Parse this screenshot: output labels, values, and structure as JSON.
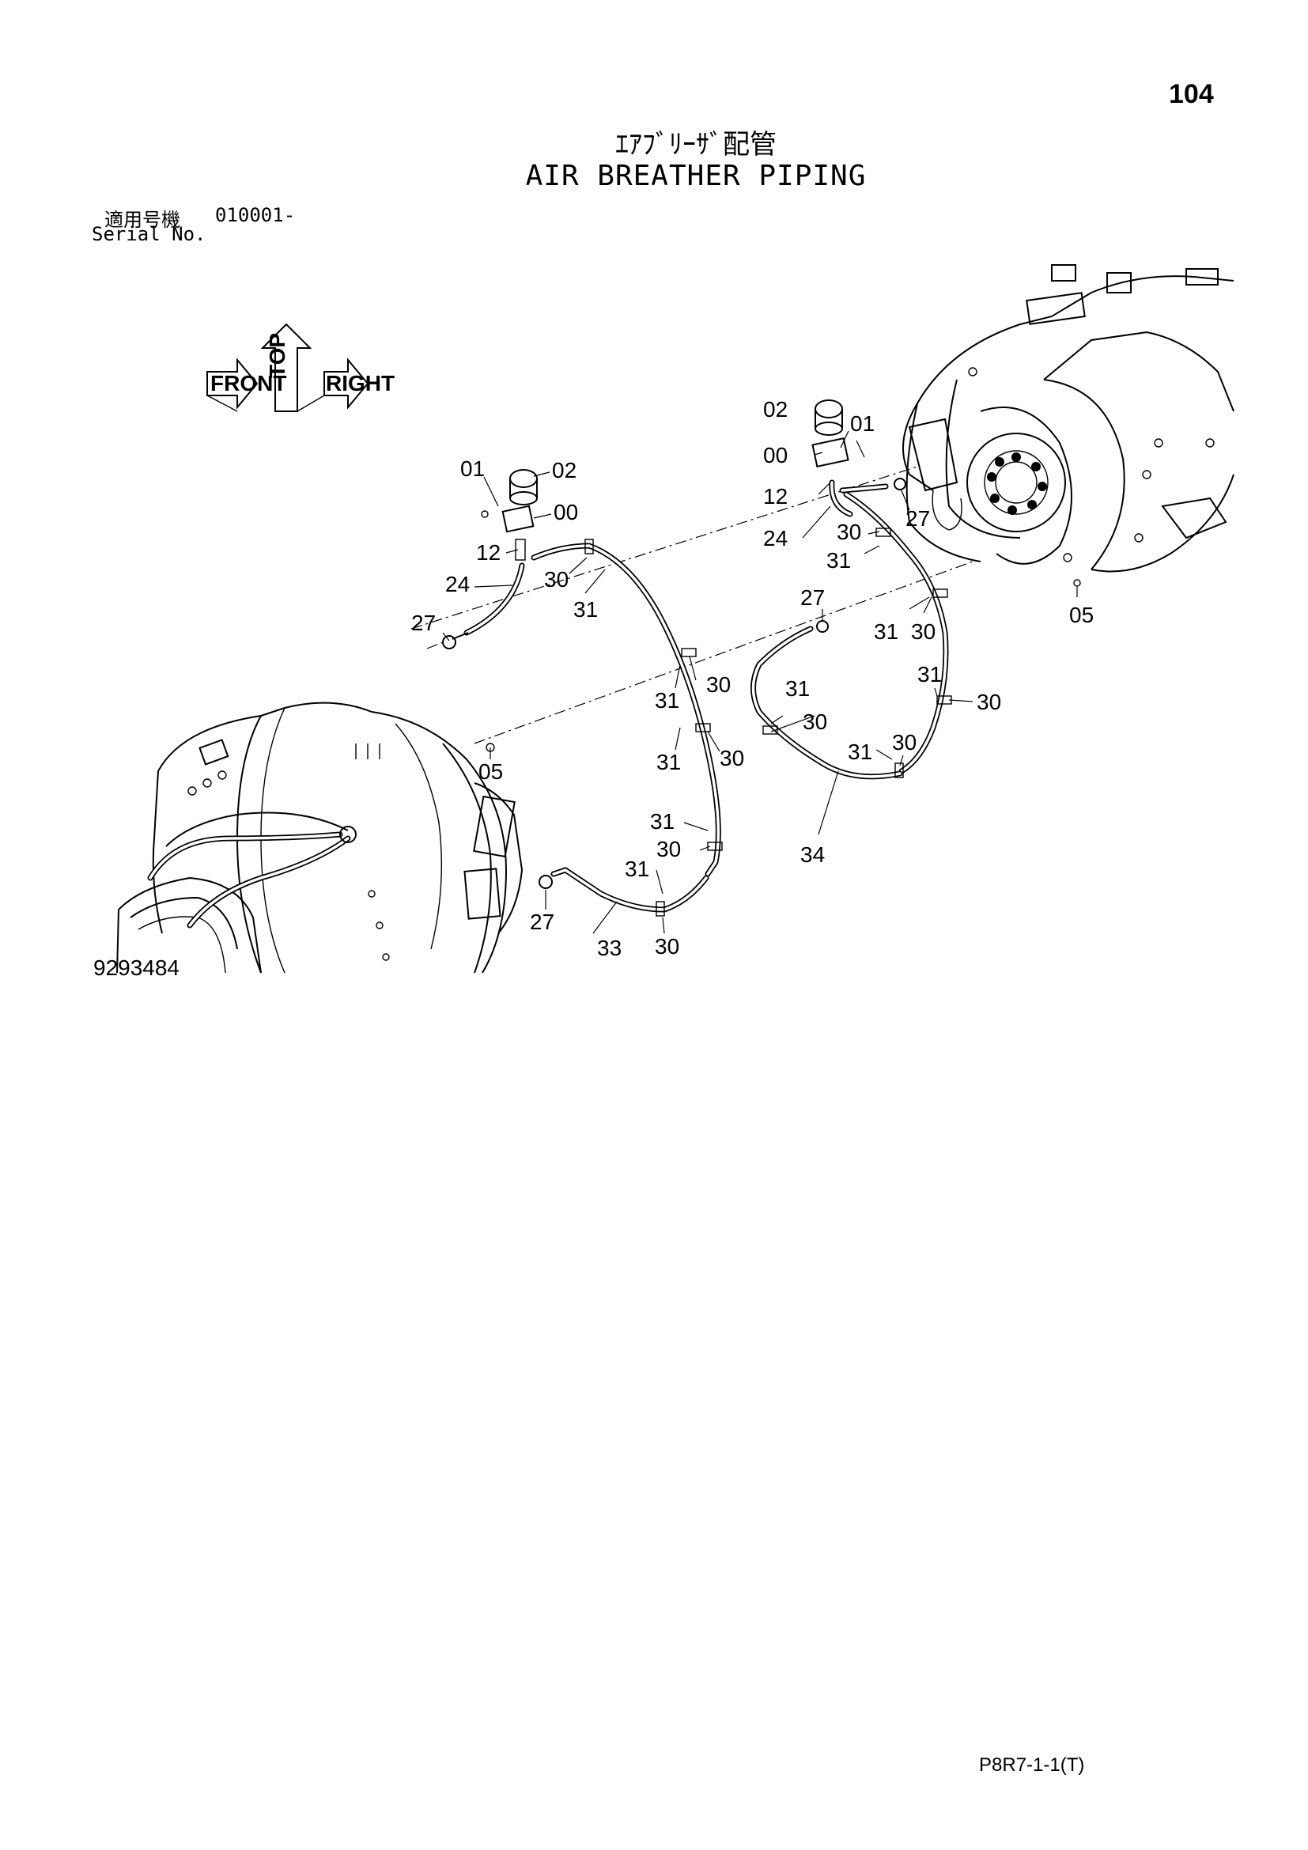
{
  "page_number": "104",
  "title_jp": "ｴｱﾌﾞﾘｰｻﾞ配管",
  "title_en": "AIR BREATHER PIPING",
  "serial": {
    "label_jp": "適用号機",
    "value": "010001-",
    "label_en": "Serial No."
  },
  "orientation_icon": {
    "labels": [
      "TOP",
      "FRONT",
      "RIGHT"
    ]
  },
  "drawing_number": "9293484",
  "document_code": "P8R7-1-1(T)",
  "part_callouts": [
    {
      "id": "c1",
      "text": "01"
    },
    {
      "id": "c2",
      "text": "02"
    },
    {
      "id": "c3",
      "text": "00"
    },
    {
      "id": "c4",
      "text": "12"
    },
    {
      "id": "c5",
      "text": "24"
    },
    {
      "id": "c6",
      "text": "27"
    },
    {
      "id": "c7",
      "text": "30"
    },
    {
      "id": "c8",
      "text": "31"
    },
    {
      "id": "c9",
      "text": "31"
    },
    {
      "id": "c10",
      "text": "30"
    },
    {
      "id": "c11",
      "text": "31"
    },
    {
      "id": "c12",
      "text": "30"
    },
    {
      "id": "c13",
      "text": "05"
    },
    {
      "id": "c14",
      "text": "31"
    },
    {
      "id": "c15",
      "text": "30"
    },
    {
      "id": "c16",
      "text": "31"
    },
    {
      "id": "c17",
      "text": "27"
    },
    {
      "id": "c18",
      "text": "33"
    },
    {
      "id": "c19",
      "text": "30"
    },
    {
      "id": "c20",
      "text": "02"
    },
    {
      "id": "c21",
      "text": "01"
    },
    {
      "id": "c22",
      "text": "00"
    },
    {
      "id": "c23",
      "text": "12"
    },
    {
      "id": "c24",
      "text": "27"
    },
    {
      "id": "c25",
      "text": "24"
    },
    {
      "id": "c26",
      "text": "30"
    },
    {
      "id": "c27",
      "text": "31"
    },
    {
      "id": "c28",
      "text": "27"
    },
    {
      "id": "c29",
      "text": "31"
    },
    {
      "id": "c30",
      "text": "30"
    },
    {
      "id": "c31",
      "text": "05"
    },
    {
      "id": "c32",
      "text": "31"
    },
    {
      "id": "c33",
      "text": "30"
    },
    {
      "id": "c34",
      "text": "31"
    },
    {
      "id": "c35",
      "text": "30"
    },
    {
      "id": "c36",
      "text": "31"
    },
    {
      "id": "c37",
      "text": "30"
    },
    {
      "id": "c38",
      "text": "34"
    }
  ]
}
